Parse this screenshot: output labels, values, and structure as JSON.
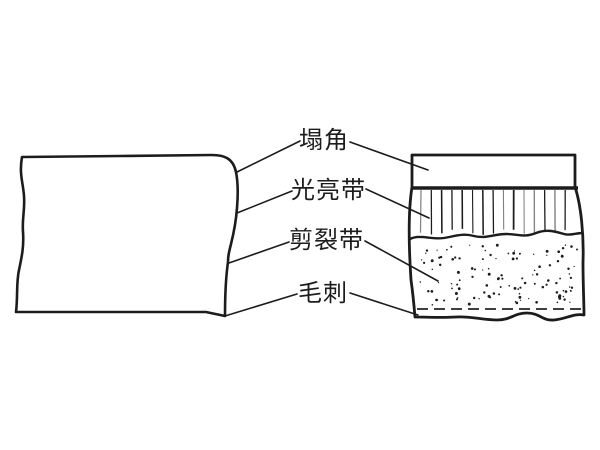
{
  "figure": {
    "description": "sheared-edge-cross-section-diagram",
    "labels": {
      "rollover": "塌角",
      "bright_band": "光亮带",
      "fracture_band": "剪裂带",
      "burr": "毛刺"
    },
    "colors": {
      "line": "#1c1c1c",
      "background": "#ffffff",
      "dash": "#3f3f3f"
    }
  }
}
